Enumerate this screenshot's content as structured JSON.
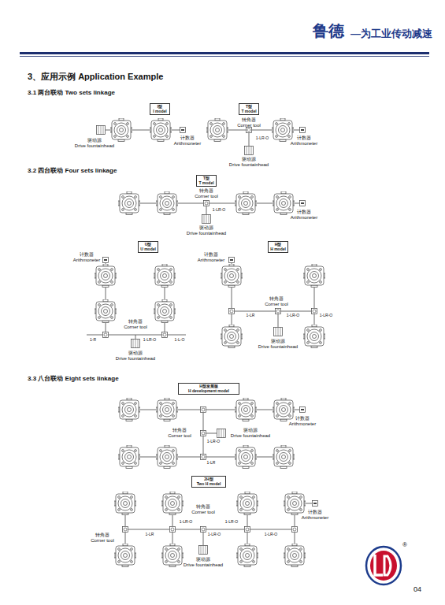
{
  "diagram": {
    "title": "3、应用示例 Application Example",
    "nodes": [
      {
        "text": [
          "I型",
          "I model"
        ]
      },
      {
        "text": [
          "T型",
          "T model"
        ]
      },
      {
        "text": [
          "T型",
          "T model"
        ]
      },
      {
        "text": [
          "U型",
          "U model"
        ]
      },
      {
        "text": [
          "H型",
          "H model"
        ]
      },
      {
        "text": [
          "H型发展版",
          "H development model"
        ]
      },
      {
        "text": [
          "2H型",
          "Two H model"
        ]
      }
    ],
    "labels": [
      "鲁德",
      "—为工业传动减速",
      "3.1 两台联动 Two sets linkage",
      "驱动源",
      "Drive fountainhead",
      "计数器",
      "Arithmoneter",
      "转角器",
      "Corner tool",
      "1-LR-O",
      "驱动源",
      "Drive fountainhead",
      "计数器",
      "Arithmoneter",
      "3.2 四台联动 Four sets linkage",
      "转角器",
      "Corner tool",
      "1-LR-O",
      "驱动源",
      "Drive fountainhead",
      "计数器",
      "Arithmoneter",
      "计数器",
      "Arithmoneter",
      "转角器",
      "Corner tool",
      "1-R",
      "1-LR-O",
      "1-L-O",
      "驱动源",
      "Drive fountainhead",
      "计数器",
      "Arithmoneter",
      "转角器",
      "Corner tool",
      "1-LR",
      "1-LR-O",
      "1-LR-O",
      "驱动源",
      "Drive fountainhead",
      "3.3 八台联动 Eight sets linkage",
      "计数器",
      "Arithmoneter",
      "转角器",
      "Corner tool",
      "驱动源",
      "Drive fountainhead",
      "1-LR-O",
      "1-LR",
      "计数器",
      "Arithmoneter",
      "1-LR-O",
      "1-LR-O",
      "转角器",
      "Corner tool",
      "转角器",
      "Corner tool",
      "1-LR",
      "1-LR-O",
      "1-LR-O",
      "驱动源",
      "Drive fountainhead",
      "04",
      "®"
    ]
  }
}
